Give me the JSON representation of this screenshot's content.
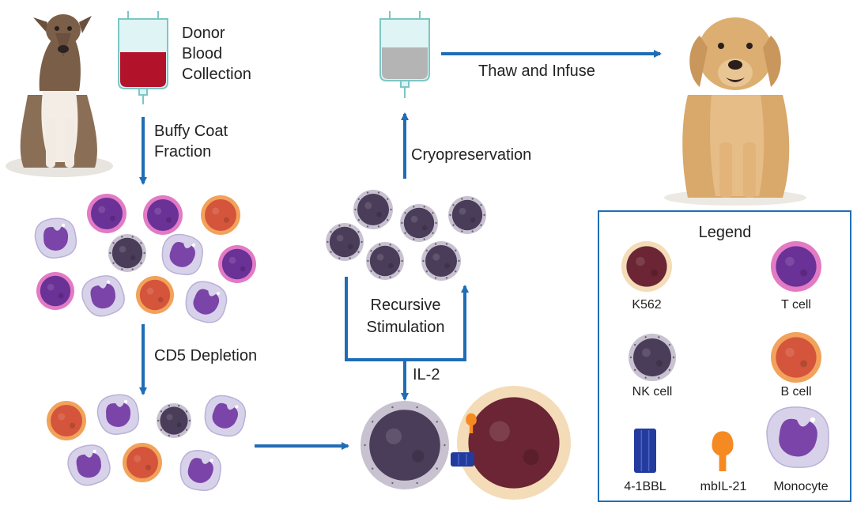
{
  "labels": {
    "donor_line1": "Donor",
    "donor_line2": "Blood",
    "donor_line3": "Collection",
    "buffy_line1": "Buffy Coat",
    "buffy_line2": "Fraction",
    "cd5": "CD5 Depletion",
    "recursive_line1": "Recursive",
    "recursive_line2": "Stimulation",
    "il2": "IL-2",
    "cryo": "Cryopreservation",
    "thaw": "Thaw and Infuse"
  },
  "legend": {
    "title": "Legend",
    "items": [
      "K562",
      "T cell",
      "NK cell",
      "B cell",
      "4-1BBL",
      "mbIL-21",
      "Monocyte"
    ]
  },
  "colors": {
    "arrow": "#1f6db5",
    "blood": "#b3132a",
    "bag": "#dff4f4",
    "bag_stroke": "#7cc6c6",
    "frozen": "#b4b4b4",
    "legend_border": "#1f6db5",
    "t_cell_core": "#6a3196",
    "t_cell_ring": "#e37ac4",
    "b_cell_core": "#d4553b",
    "b_cell_ring": "#f2a25a",
    "nk_core": "#4a3d5a",
    "nk_ring": "#c8c2d0",
    "k562_core": "#6b2534",
    "k562_ring": "#f3dcb7",
    "monocyte_body": "#d7d2ea",
    "monocyte_nucleus": "#7a44a8",
    "bbl": "#243b9e",
    "il21": "#f58a23"
  },
  "icons": [
    "dog-whippet-image",
    "dog-labrador-image",
    "blood-bag-icon",
    "frozen-bag-icon"
  ]
}
